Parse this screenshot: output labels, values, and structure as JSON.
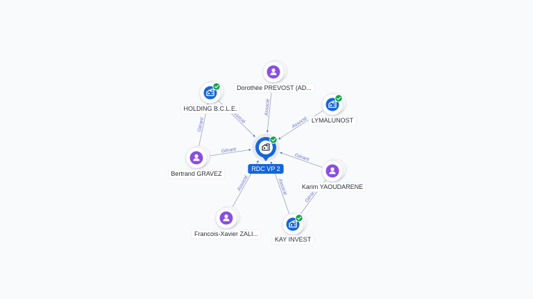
{
  "colors": {
    "person": "#8a4fe0",
    "company": "#1666d8",
    "center": "#1666d8",
    "check": "#15a04b",
    "edge": "#9aa0b8",
    "edge_label": "#6b6fcf"
  },
  "center_node": {
    "label": "RDC VP 2",
    "icon": "building-icon",
    "verified": true
  },
  "nodes": [
    {
      "id": "holding",
      "label": "HOLDING B.C.L.E.",
      "type": "company",
      "verified": true,
      "icon": "building-icon"
    },
    {
      "id": "dorothee",
      "label": "Dorothée PREVOST (AD...",
      "type": "person",
      "verified": false,
      "icon": "person-icon"
    },
    {
      "id": "lymalunost",
      "label": "LYMALUNOST",
      "type": "company",
      "verified": true,
      "icon": "building-icon"
    },
    {
      "id": "bertrand",
      "label": "Bertrand GRAVEZ",
      "type": "person",
      "verified": false,
      "icon": "person-icon"
    },
    {
      "id": "karim",
      "label": "Karim YAOUDARENE",
      "type": "person",
      "verified": false,
      "icon": "person-icon"
    },
    {
      "id": "francois",
      "label": "Francois-Xavier ZALI...",
      "type": "person",
      "verified": false,
      "icon": "person-icon"
    },
    {
      "id": "kay",
      "label": "KAY INVEST",
      "type": "company",
      "verified": true,
      "icon": "building-icon"
    }
  ],
  "edges": [
    {
      "from": "holding",
      "to": "center",
      "label": "Associé"
    },
    {
      "from": "dorothee",
      "to": "center",
      "label": "Associé"
    },
    {
      "from": "lymalunost",
      "to": "center",
      "label": "Associé"
    },
    {
      "from": "bertrand",
      "to": "center",
      "label": "Gérant"
    },
    {
      "from": "karim",
      "to": "center",
      "label": "Gérant"
    },
    {
      "from": "francois",
      "to": "center",
      "label": "Associé"
    },
    {
      "from": "kay",
      "to": "center",
      "label": "Associé"
    },
    {
      "from": "bertrand",
      "to": "holding",
      "label": "Gérant"
    },
    {
      "from": "karim",
      "to": "kay",
      "label": "Gérant"
    }
  ]
}
